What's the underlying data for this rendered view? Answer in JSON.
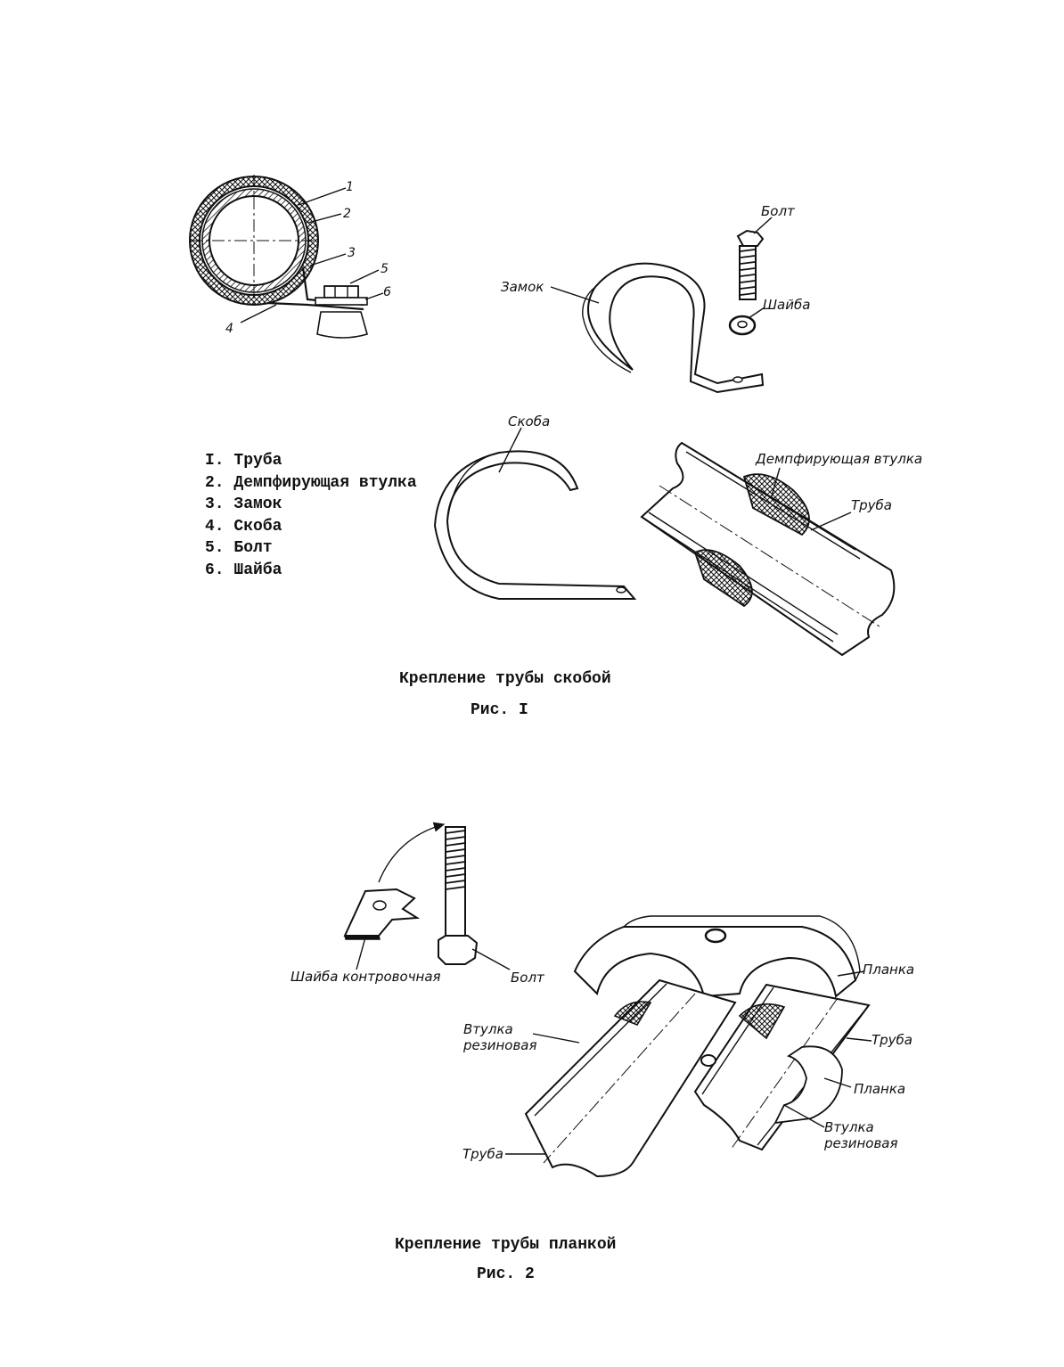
{
  "fig1": {
    "callout_numbers": [
      "1",
      "2",
      "3",
      "4",
      "5",
      "6"
    ],
    "labels": {
      "bolt": "Болт",
      "washer": "Шайба",
      "lock": "Замок",
      "bracket": "Скоба",
      "damping_sleeve": "Демпфирующая втулка",
      "pipe": "Труба"
    },
    "legend": [
      "I. Труба",
      "2. Демпфирующая втулка",
      "3. Замок",
      "4. Скоба",
      "5. Болт",
      "6. Шайба"
    ],
    "caption": "Крепление трубы скобой",
    "number": "Рис. I"
  },
  "fig2": {
    "labels": {
      "lock_washer": "Шайба контровочная",
      "bolt": "Болт",
      "plate_top": "Планка",
      "sleeve_left": [
        "Втулка",
        "резиновая"
      ],
      "pipe_right": "Труба",
      "plate_bottom": "Планка",
      "sleeve_right": [
        "Втулка",
        "резиновая"
      ],
      "pipe_left": "Труба"
    },
    "caption": "Крепление трубы планкой",
    "number": "Рис. 2"
  }
}
